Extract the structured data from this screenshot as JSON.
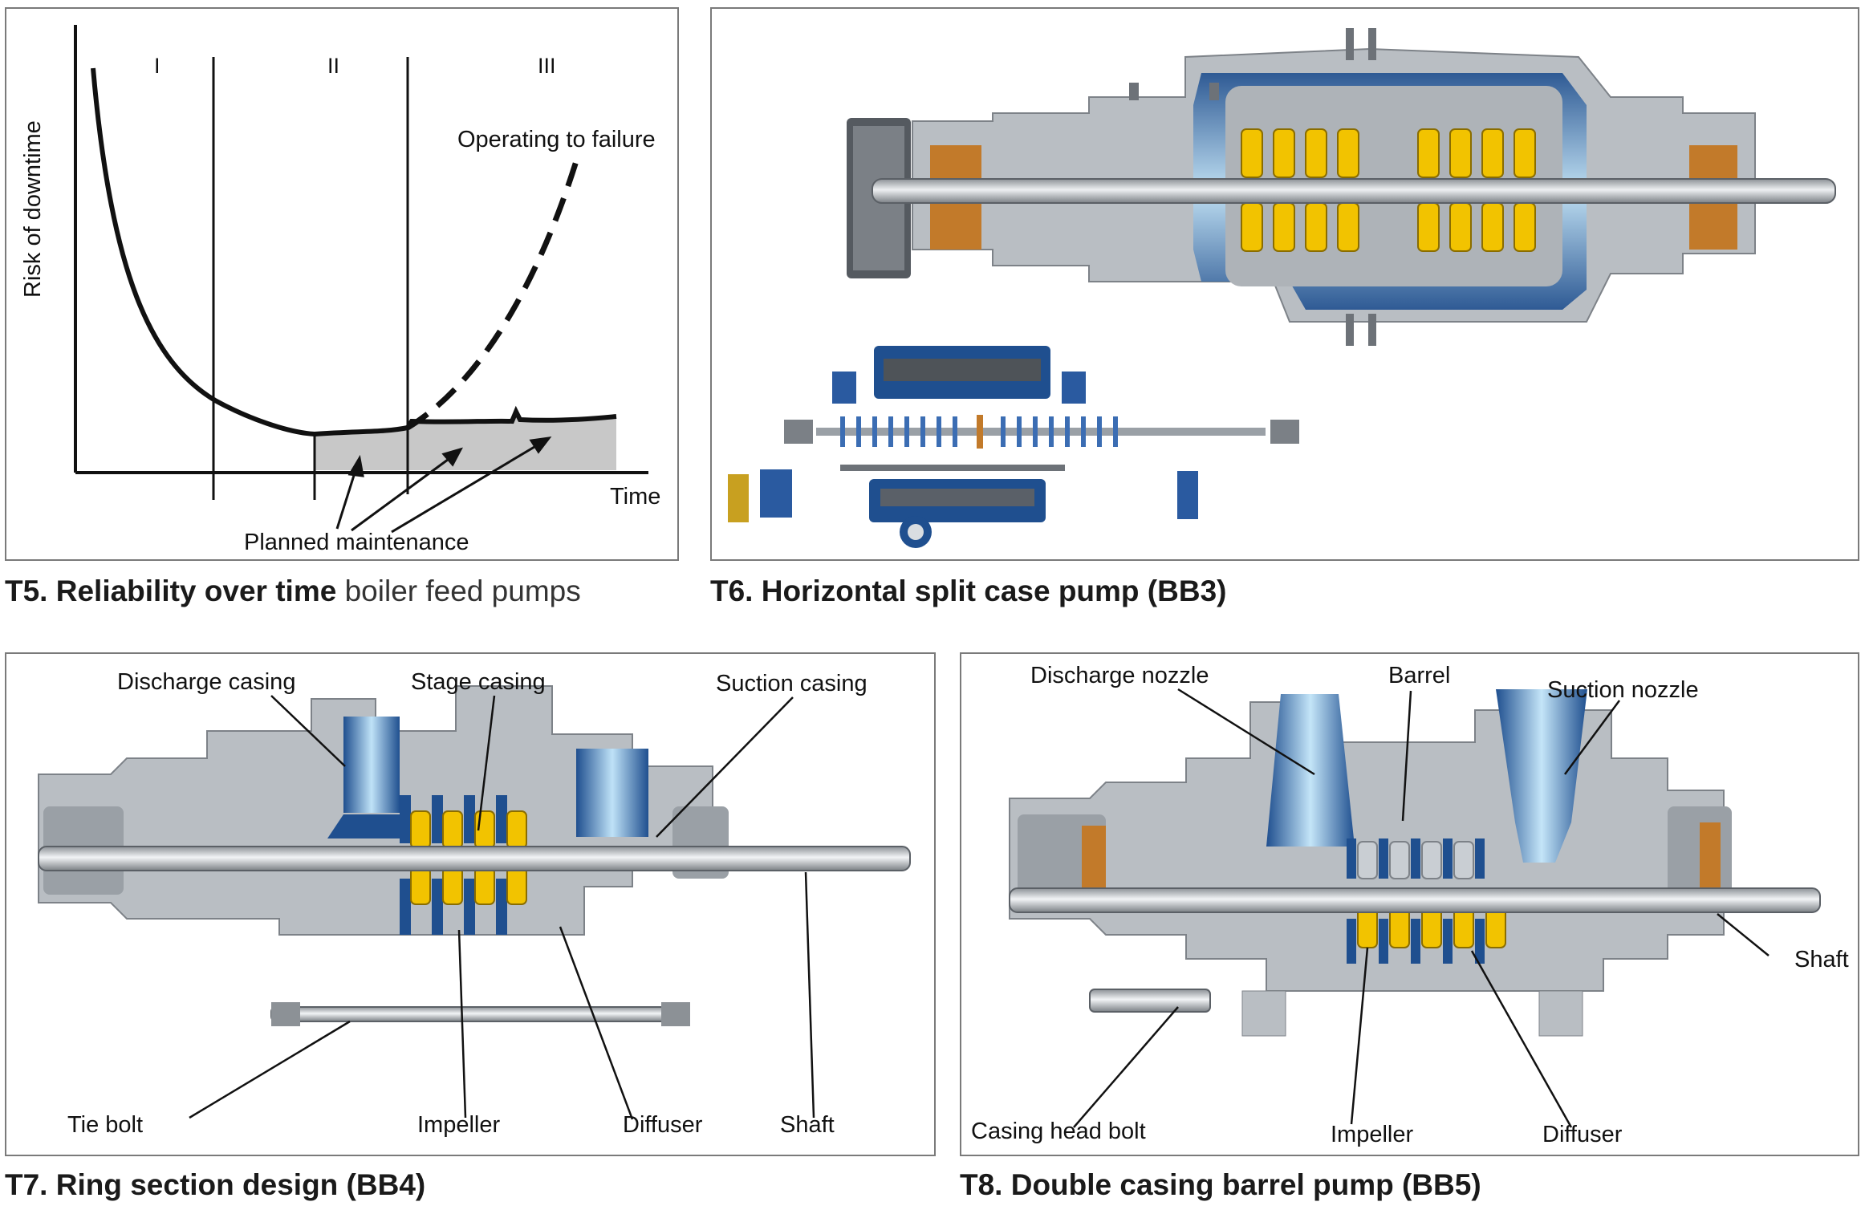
{
  "t5": {
    "caption_bold": "T5. Reliability over time",
    "caption_light": "boiler feed pumps",
    "y_label": "Risk of downtime",
    "x_label": "Time",
    "phases": [
      "I",
      "II",
      "III"
    ],
    "label_failure": "Operating to failure",
    "label_maintenance": "Planned maintenance"
  },
  "t6": {
    "caption": "T6. Horizontal split case pump (BB3)"
  },
  "t7": {
    "caption": "T7. Ring section design (BB4)",
    "labels": {
      "discharge_casing": "Discharge casing",
      "stage_casing": "Stage casing",
      "suction_casing": "Suction casing",
      "tie_bolt": "Tie bolt",
      "impeller": "Impeller",
      "diffuser": "Diffuser",
      "shaft": "Shaft"
    }
  },
  "t8": {
    "caption": "T8. Double casing barrel pump (BB5)",
    "labels": {
      "discharge_nozzle": "Discharge nozzle",
      "barrel": "Barrel",
      "suction_nozzle": "Suction nozzle",
      "shaft": "Shaft",
      "casing_head_bolt": "Casing head bolt",
      "impeller": "Impeller",
      "diffuser": "Diffuser"
    }
  },
  "colors": {
    "casing_grey": "#b9bec3",
    "blue_dark": "#1f4f8f",
    "blue_light": "#8fc3e8",
    "impeller_yellow": "#f2c300",
    "copper": "#c27a2a",
    "shaded_area": "#c8c8c8"
  }
}
